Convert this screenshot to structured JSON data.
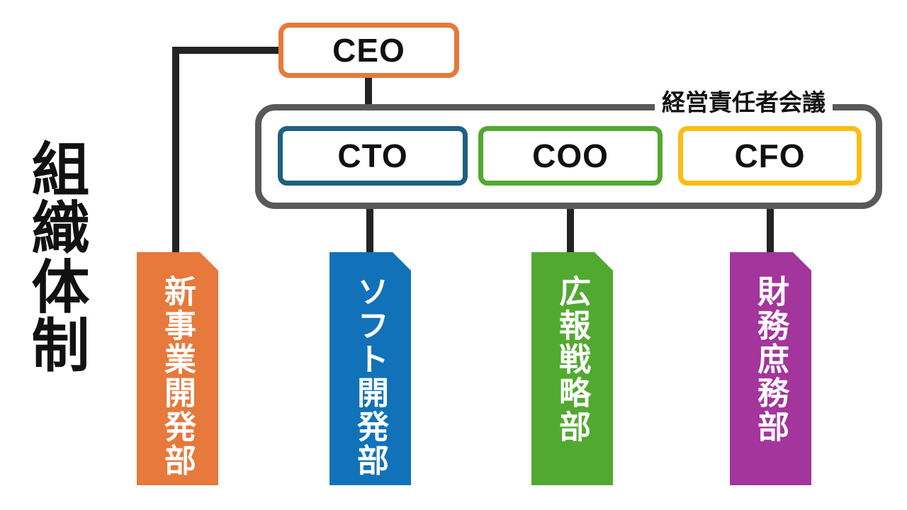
{
  "page": {
    "title": "組織体制",
    "background": "#ffffff"
  },
  "org_chart": {
    "connector_color": "#232323",
    "ceo": {
      "label": "CEO",
      "border_color": "#E6793B"
    },
    "council": {
      "label": "経営責任者会議",
      "border_color": "#595959",
      "members": [
        {
          "label": "CTO",
          "border_color": "#1E6080"
        },
        {
          "label": "COO",
          "border_color": "#52A930"
        },
        {
          "label": "CFO",
          "border_color": "#F8BE14"
        }
      ]
    },
    "departments": [
      {
        "label": "新事業開発部",
        "color": "#E6793B",
        "reports_to": "CEO"
      },
      {
        "label": "ソフト開発部",
        "color": "#1172B9",
        "reports_to": "CTO"
      },
      {
        "label": "広報戦略部",
        "color": "#52A930",
        "reports_to": "COO"
      },
      {
        "label": "財務庶務部",
        "color": "#A3359C",
        "reports_to": "CFO"
      }
    ]
  }
}
